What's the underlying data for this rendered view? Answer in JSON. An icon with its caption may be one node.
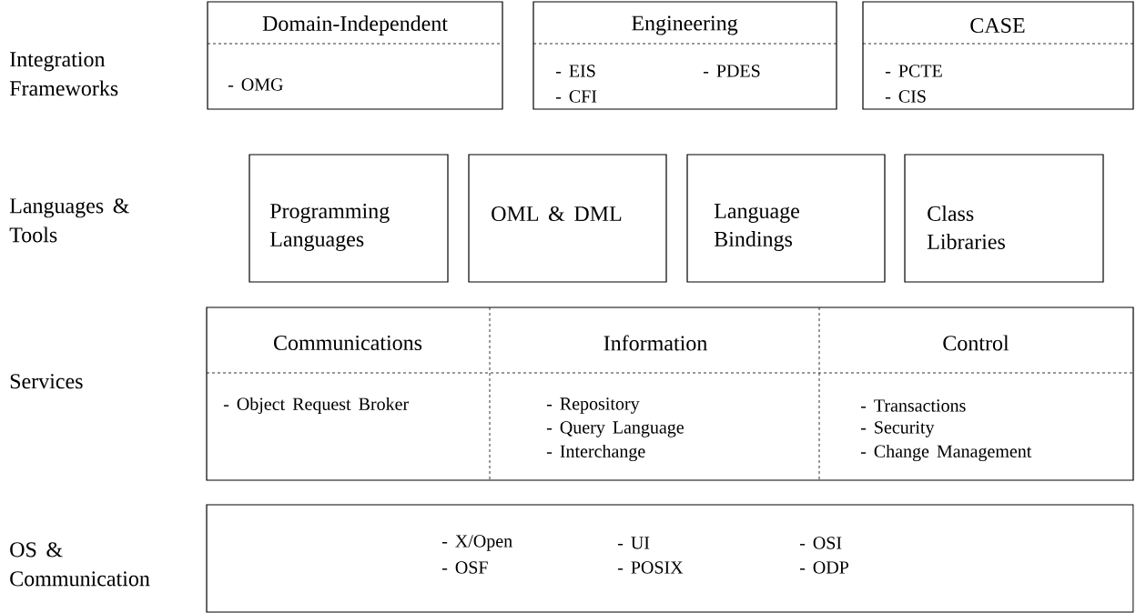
{
  "diagram": {
    "nodes": [
      {
        "text": [
          "Domain-Independent",
          "- OMG"
        ]
      },
      {
        "text": [
          "Engineering",
          "- EIS",
          "- PDES",
          "- CFI"
        ]
      },
      {
        "text": [
          "CASE",
          "- PCTE",
          "- CIS"
        ]
      },
      {
        "text": [
          "Programming Languages"
        ]
      },
      {
        "text": [
          "OML & DML"
        ]
      },
      {
        "text": [
          "Language Bindings"
        ]
      },
      {
        "text": [
          "Class Libraries"
        ]
      },
      {
        "text": [],
        "shape": "box"
      },
      {
        "text": [
          "Communications",
          "- Object Request Broker"
        ],
        "in": 7
      },
      {
        "text": [
          "Information",
          "- Repository",
          "- Query Language",
          "- Interchange"
        ],
        "in": 7
      },
      {
        "text": [
          "Control",
          "- Transactions",
          "- Security",
          "- Change Management"
        ],
        "in": 7
      },
      {
        "text": [
          "- X/Open",
          "- UI",
          "- OSI",
          "- OSF",
          "- POSIX",
          "- ODP"
        ]
      }
    ],
    "labels": [
      "Integration Frameworks",
      "Languages & Tools",
      "Services",
      "OS & Communication"
    ]
  }
}
